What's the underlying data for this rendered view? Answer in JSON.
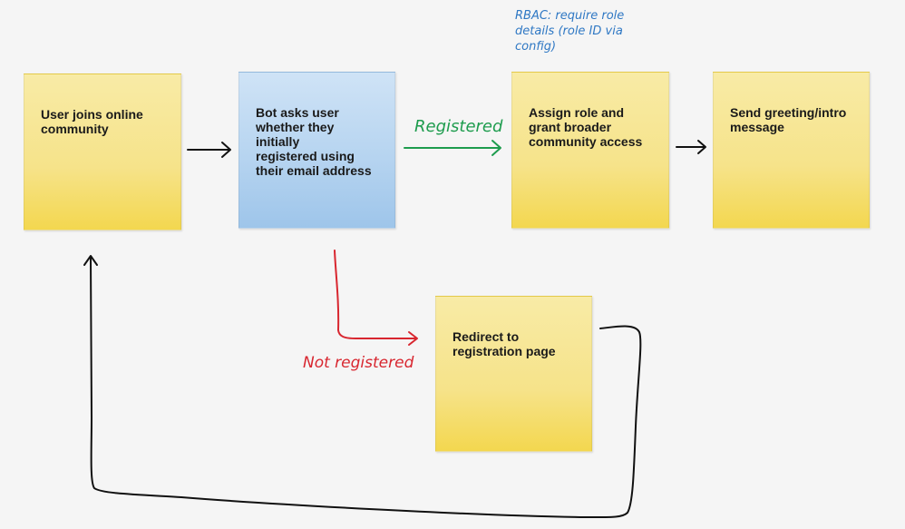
{
  "notes": {
    "user_joins": {
      "text": "User joins online\ncommunity"
    },
    "bot_asks": {
      "text": "Bot asks user\nwhether they initially\nregistered using\ntheir email address"
    },
    "assign_role": {
      "text": "Assign role and\ngrant broader\ncommunity access"
    },
    "send_greeting": {
      "text": "Send greeting/intro\nmessage"
    },
    "redirect": {
      "text": "Redirect to\nregistration page"
    }
  },
  "annotations": {
    "rbac": "RBAC: require role\ndetails (role ID via\nconfig)",
    "registered": "Registered",
    "not_registered": "Not registered"
  },
  "colors": {
    "background": "#f5f5f5",
    "sticky_yellow": "#f6e38a",
    "sticky_blue": "#b6d4f0",
    "registered_green": "#1e9c4e",
    "not_registered_red": "#d8262f",
    "rbac_blue": "#2f78c4",
    "arrow_black": "#111111"
  },
  "connections": [
    {
      "from": "User joins online community",
      "to": "Bot asks user whether they initially registered using their email address"
    },
    {
      "from": "Bot asks user whether they initially registered using their email address",
      "to": "Assign role and grant broader community access",
      "label": "Registered"
    },
    {
      "from": "Assign role and grant broader community access",
      "to": "Send greeting/intro message"
    },
    {
      "from": "Bot asks user whether they initially registered using their email address",
      "to": "Redirect to registration page",
      "label": "Not registered"
    },
    {
      "from": "Redirect to registration page",
      "to": "User joins online community"
    }
  ]
}
